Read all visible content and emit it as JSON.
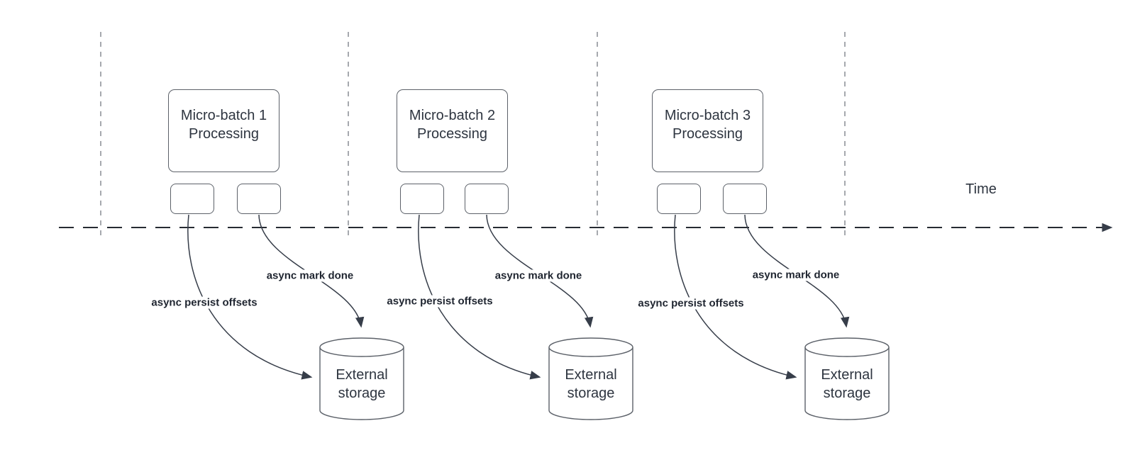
{
  "timeline": {
    "label": "Time"
  },
  "batches": [
    {
      "name": "Micro-batch 1",
      "subtitle": "Processing",
      "persist_label": "async persist offsets",
      "done_label": "async mark done",
      "storage_line1": "External",
      "storage_line2": "storage"
    },
    {
      "name": "Micro-batch 2",
      "subtitle": "Processing",
      "persist_label": "async persist offsets",
      "done_label": "async mark done",
      "storage_line1": "External",
      "storage_line2": "storage"
    },
    {
      "name": "Micro-batch 3",
      "subtitle": "Processing",
      "persist_label": "async persist offsets",
      "done_label": "async mark done",
      "storage_line1": "External",
      "storage_line2": "storage"
    }
  ],
  "colors": {
    "background": "#ffffff",
    "shape_stroke": "#5c6169",
    "arrow_stroke": "#363d49",
    "guide_stroke": "#a6a9ae",
    "title_text": "#2e3540",
    "label_text": "#1f2530"
  }
}
